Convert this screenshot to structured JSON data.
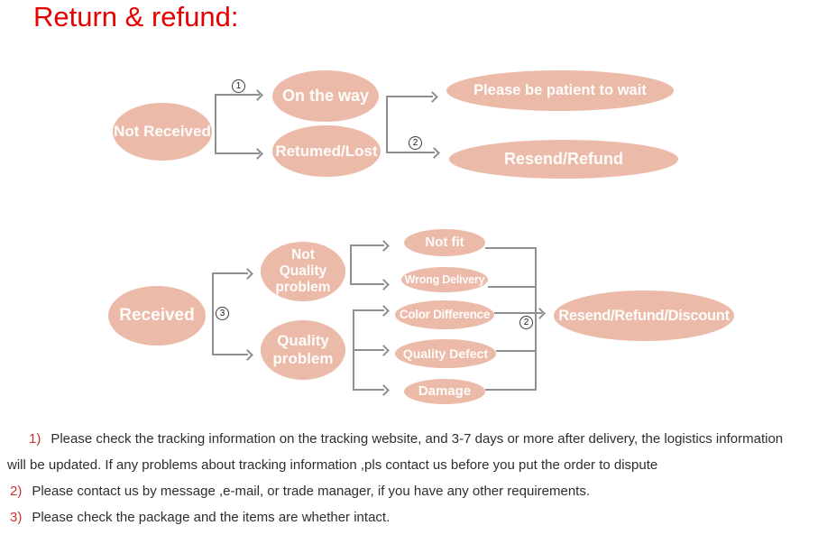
{
  "title": "Return & refund:",
  "markers": {
    "one": "1",
    "two": "2",
    "three": "3"
  },
  "flow_top": {
    "not_received": "Not Received",
    "on_the_way": "On the way",
    "returned_lost": "Retumed/Lost",
    "be_patient": "Please be patient to wait",
    "resend_refund": "Resend/Refund"
  },
  "flow_bottom": {
    "received": "Received",
    "not_quality_problem": "Not Quality problem",
    "quality_problem": "Quality problem",
    "not_fit": "Not fit",
    "wrong_delivery": "Wrong Delivery",
    "color_difference": "Color Difference",
    "quality_defect": "Quality Defect",
    "damage": "Damage",
    "resend_refund_discount": "Resend/Refund/Discount"
  },
  "notes": [
    {
      "num": "1)",
      "text": "Please check the tracking information on the tracking website, and 3-7 days or more after delivery, the logistics information will be updated. If any problems about tracking information ,pls contact us before you put the order to dispute"
    },
    {
      "num": "2)",
      "text": "Please contact us by message ,e-mail, or trade manager, if you have any other requirements."
    },
    {
      "num": "3)",
      "text": "Please check the package and the items are whether intact."
    }
  ],
  "colors": {
    "ellipse_fill": "#ecbaa8",
    "title_red": "#e60000",
    "note_number_red": "#cc3333",
    "connector_gray": "#8f8f8f",
    "node_text": "#ffffff"
  }
}
